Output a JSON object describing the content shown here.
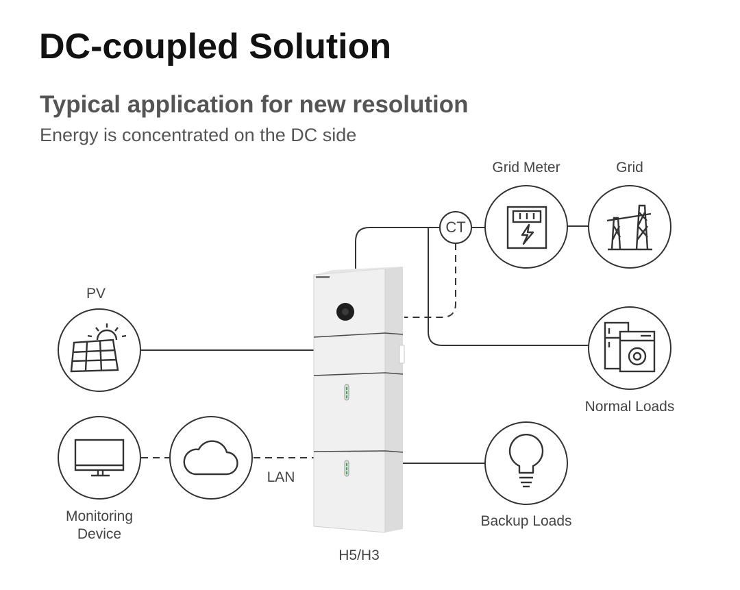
{
  "title": "DC-coupled Solution",
  "subtitle": "Typical application for new resolution",
  "description": "Energy is concentrated on the DC side",
  "nodes": {
    "grid_meter": "Grid Meter",
    "grid": "Grid",
    "pv": "PV",
    "normal_loads": "Normal Loads",
    "monitoring_device_line1": "Monitoring",
    "monitoring_device_line2": "Device",
    "backup_loads": "Backup Loads",
    "inverter": "H5/H3",
    "ct": "CT",
    "lan": "LAN"
  },
  "colors": {
    "line": "#333333",
    "title": "#111111",
    "subtitle": "#555555",
    "device_body": "#f2f2f2"
  }
}
